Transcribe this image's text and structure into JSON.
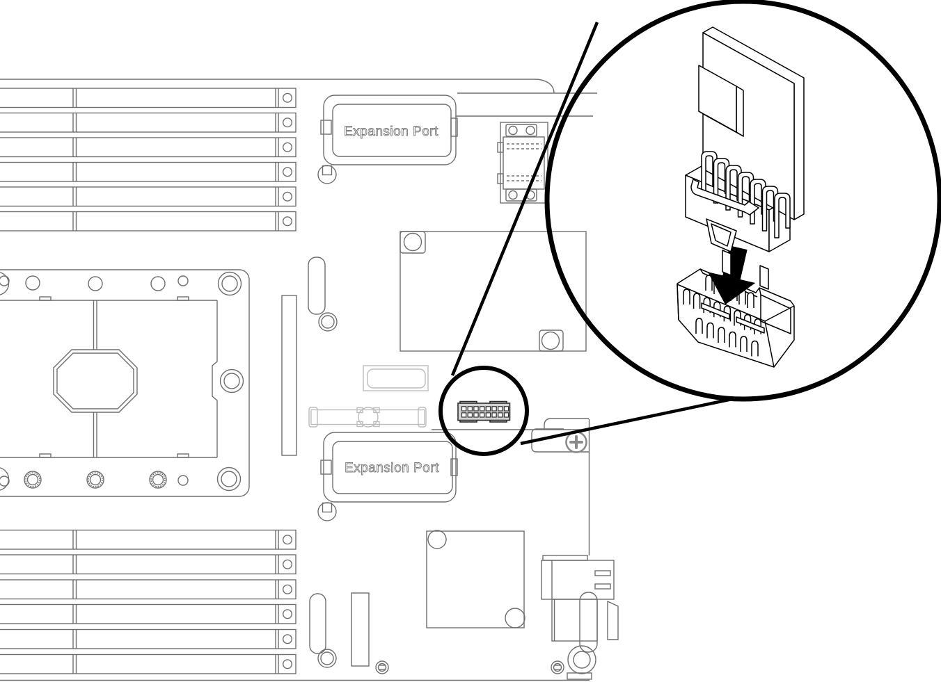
{
  "figure": {
    "type": "motherboard-installation-diagram",
    "subject": "TPM module installation into system-board connector (magnified callout)",
    "labels": {
      "expansion_port_top": "Expansion Port",
      "expansion_port_bottom": "Expansion Port"
    },
    "colors": {
      "background": "#ffffff",
      "board_line": "#6e6e6e",
      "light_line": "#bdbdbd",
      "callout": "#000000",
      "connector_fill": "#d2d2d2",
      "connector_line": "#2e2e2e"
    }
  }
}
